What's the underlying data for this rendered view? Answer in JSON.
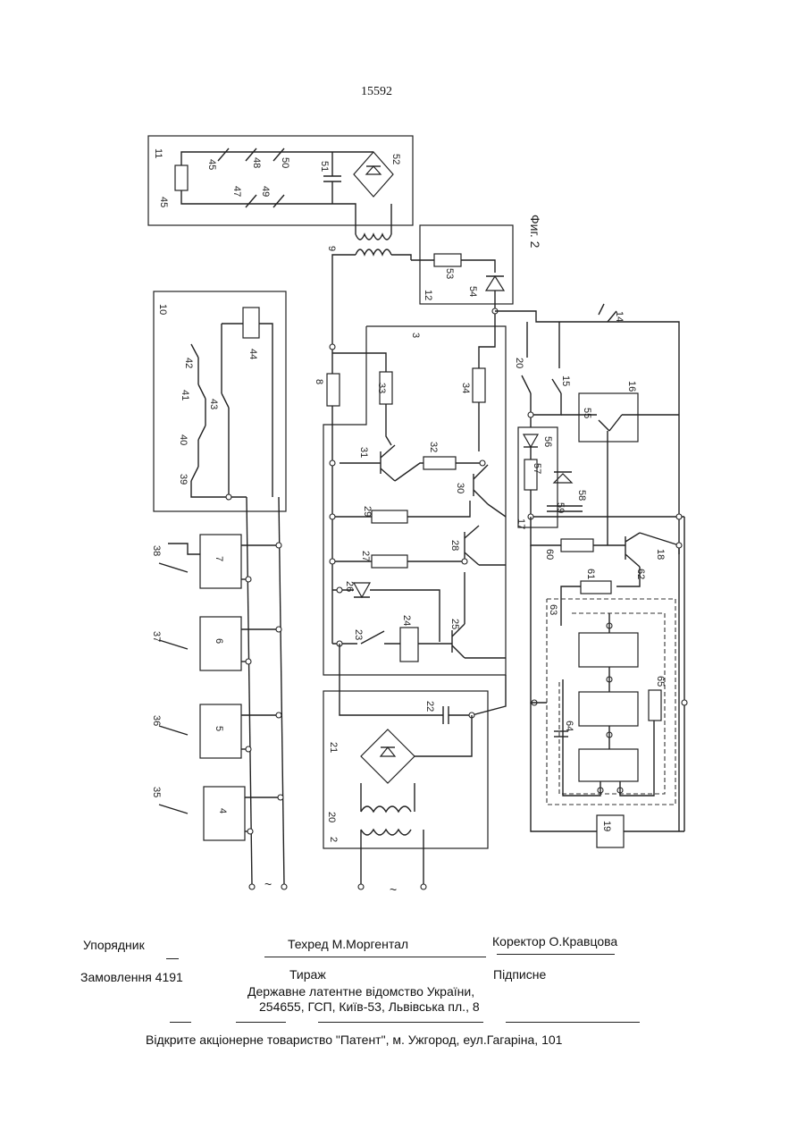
{
  "header": {
    "page_number": "15592"
  },
  "figure": {
    "caption": "Фиг. 2",
    "labels": [
      "2",
      "3",
      "4",
      "5",
      "6",
      "7",
      "8",
      "9",
      "10",
      "11",
      "12",
      "14",
      "15",
      "16",
      "17",
      "18",
      "19",
      "20",
      "20",
      "21",
      "22",
      "23",
      "24",
      "25",
      "26",
      "27",
      "28",
      "29",
      "30",
      "31",
      "32",
      "33",
      "34",
      "35",
      "36",
      "37",
      "38",
      "39",
      "40",
      "41",
      "42",
      "43",
      "44",
      "45",
      "45",
      "47",
      "48",
      "49",
      "50",
      "51",
      "52",
      "53",
      "54",
      "55",
      "56",
      "57",
      "58",
      "59",
      "60",
      "61",
      "62",
      "63",
      "64",
      "65"
    ],
    "terminal_marks": [
      "~",
      "~"
    ]
  },
  "footer": {
    "compiler_label": "Упорядник",
    "tech_editor": "Техред М.Моргентал",
    "corrector": "Коректор О.Кравцова",
    "order": "Замовлення  4191",
    "circulation_label": "Тираж",
    "subscription": "Підписне",
    "office_line1": "Державне латентне відомство України,",
    "office_line2": "254655, ГСП, Київ-53, Львівська пл., 8",
    "publisher": "Відкрите акціонерне товариство   \"Патент\", м. Ужгород, еул.Гагаріна, 101"
  }
}
